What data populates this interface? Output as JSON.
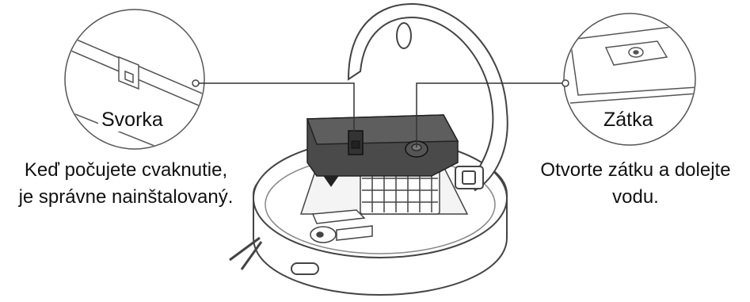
{
  "callouts": {
    "clip": {
      "label": "Svorka",
      "caption_lines": [
        "Keď počujete cvaknutie,",
        "je správne nainštalovaný."
      ]
    },
    "plug": {
      "label": "Zátka",
      "caption_lines": [
        "Otvorte zátku a dolejte",
        "vodu."
      ]
    }
  },
  "colors": {
    "line": "#333333",
    "tank": "#4a4a4a",
    "tank_top": "#5e5e5e",
    "robot_body": "#ffffff",
    "robot_outline": "#444444"
  }
}
